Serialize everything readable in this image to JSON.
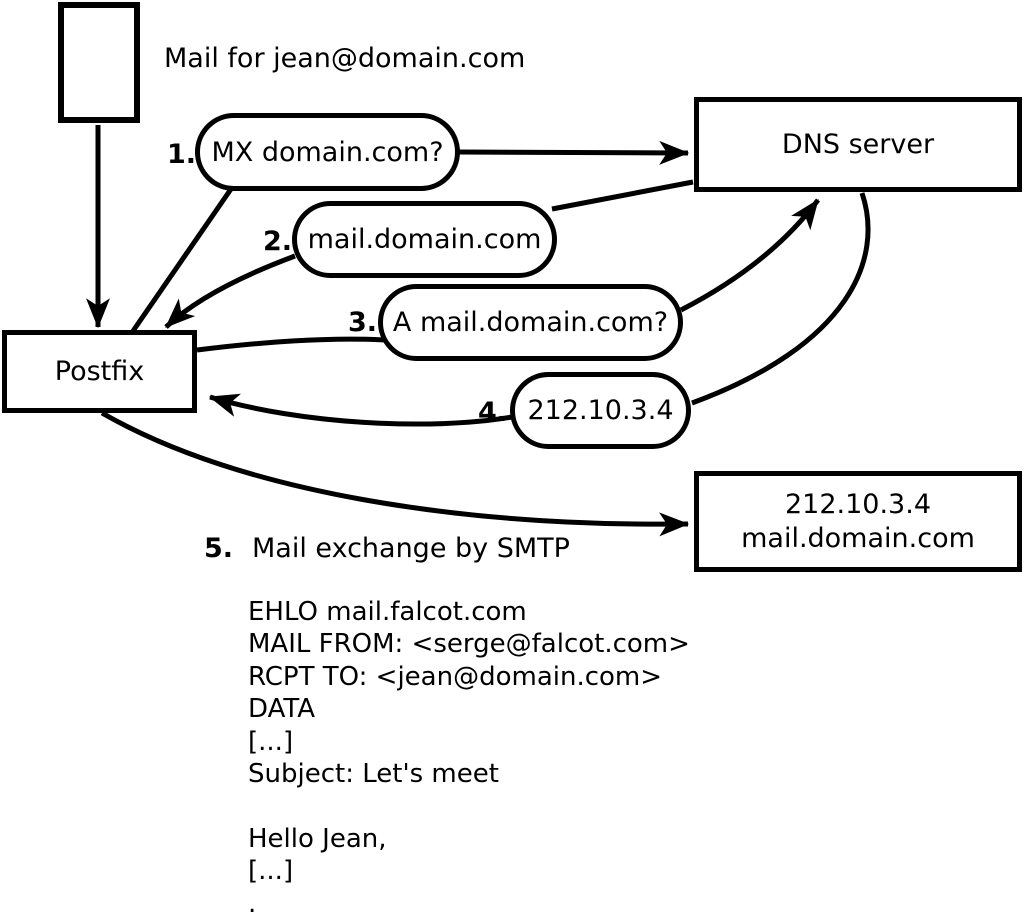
{
  "title_note": "Mail for jean@domain.com",
  "nodes": {
    "postfix": {
      "label": "Postfix"
    },
    "dns": {
      "label": "DNS server"
    },
    "mailserver": {
      "line1": "212.10.3.4",
      "line2": "mail.domain.com"
    }
  },
  "steps": [
    {
      "num": "1.",
      "label": "MX domain.com?"
    },
    {
      "num": "2.",
      "label": "mail.domain.com"
    },
    {
      "num": "3.",
      "label": "A mail.domain.com?"
    },
    {
      "num": "4.",
      "label": "212.10.3.4"
    },
    {
      "num": "5.",
      "label": "Mail exchange by SMTP"
    }
  ],
  "smtp_session": [
    "EHLO mail.falcot.com",
    "MAIL FROM: <serge@falcot.com>",
    "RCPT TO: <jean@domain.com>",
    "DATA",
    "[...]",
    "Subject: Let's meet",
    "",
    "Hello Jean,",
    "[...]",
    "."
  ],
  "colors": {
    "stroke": "#000000",
    "background": "#ffffff"
  }
}
